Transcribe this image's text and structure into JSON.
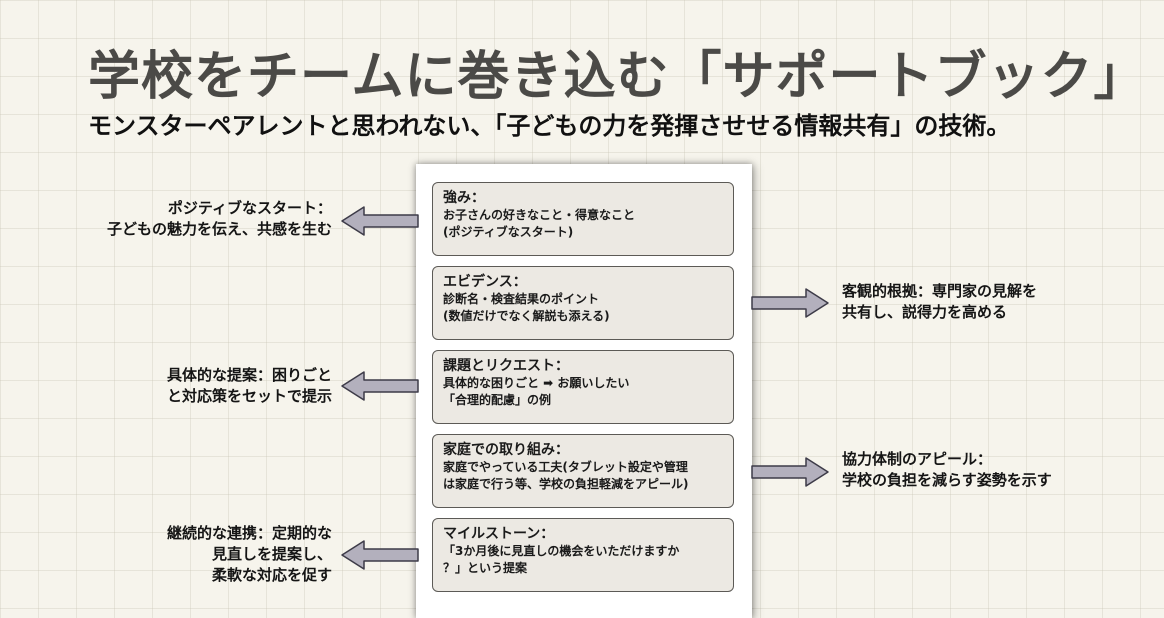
{
  "title": "学校をチームに巻き込む「サポートブック」",
  "subtitle": "モンスターペアレントと思われない、「子どもの力を発揮させせる情報共有」の技術。",
  "cards": [
    {
      "title": "強み：",
      "lines": [
        "お子さんの好きなこと・得意なこと",
        "(ポジティブなスタート)"
      ],
      "note": [
        "ポジティブなスタート：",
        "子どもの魅力を伝え、共感を生む"
      ],
      "side": "left"
    },
    {
      "title": "エビデンス：",
      "lines": [
        "診断名・検査結果のポイント",
        "(数値だけでなく解説も添える)"
      ],
      "note": [
        "客観的根拠：専門家の見解を",
        "共有し、説得力を高める"
      ],
      "side": "right"
    },
    {
      "title": "課題とリクエスト：",
      "lines": [
        "具体的な困りごと ➡ お願いしたい",
        "「合理的配慮」の例"
      ],
      "note": [
        "具体的な提案：困りごと",
        "と対応策をセットで提示"
      ],
      "side": "left"
    },
    {
      "title": "家庭での取り組み：",
      "lines": [
        "家庭でやっている工夫(タブレット設定や管理",
        "は家庭で行う等、学校の負担軽減をアピール)"
      ],
      "note": [
        "協力体制のアピール：",
        "学校の負担を減らす姿勢を示す"
      ],
      "side": "right"
    },
    {
      "title": "マイルストーン：",
      "lines": [
        "「3か月後に見直しの機会をいただけますか",
        "？」という提案"
      ],
      "note": [
        "継続的な連携：定期的な",
        "見直しを提案し、",
        "柔軟な対応を促す"
      ],
      "side": "left"
    }
  ],
  "colors": {
    "card_fill": "#ece9e3",
    "card_border": "#5c5a56",
    "arrow_fill": "#b3b0bd",
    "arrow_stroke": "#3d3b48",
    "title": "#4b4a47"
  }
}
